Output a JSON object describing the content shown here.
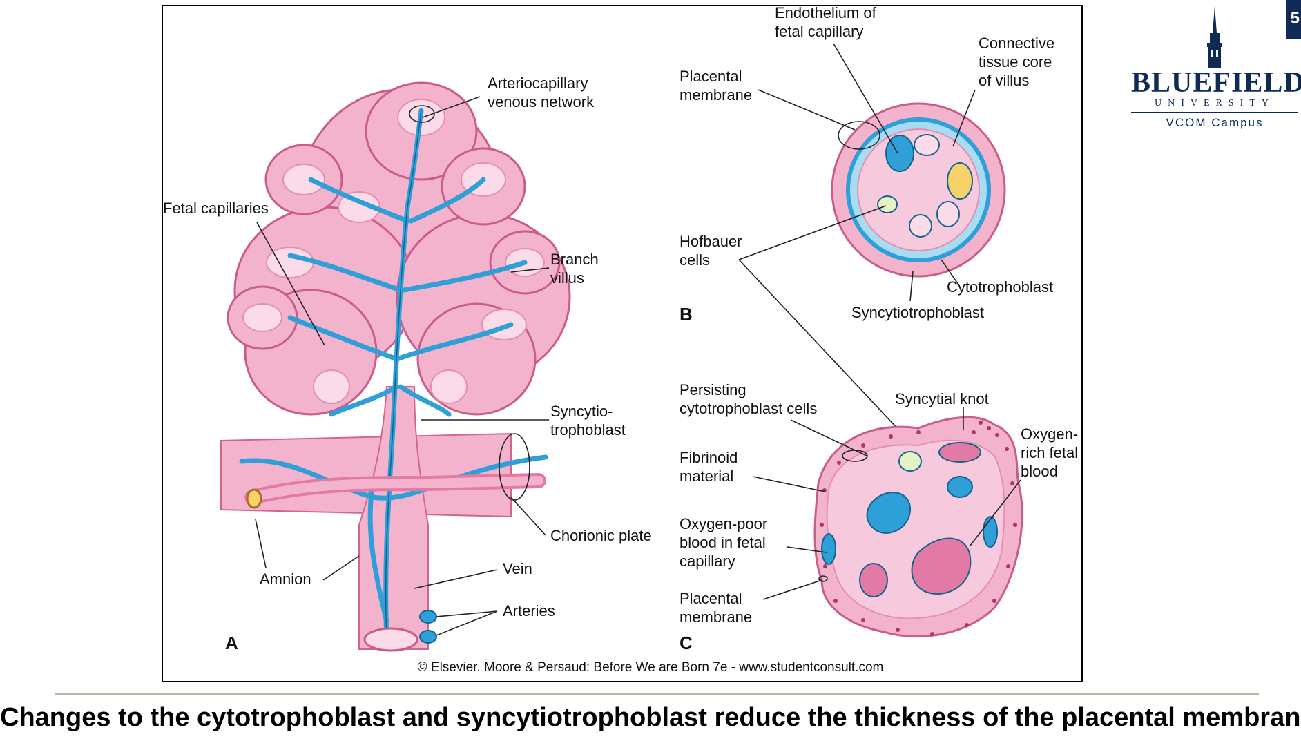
{
  "figure": {
    "labels": {
      "arteriocapillary": "Arteriocapillary\nvenous network",
      "fetal_capillaries": "Fetal capillaries",
      "branch_villus": "Branch\nvillus",
      "syncytio_a": "Syncytio-\ntrophoblast",
      "chorionic_plate": "Chorionic plate",
      "amnion": "Amnion",
      "vein": "Vein",
      "arteries": "Arteries",
      "endothelium": "Endothelium of\nfetal capillary",
      "placental_membrane_b": "Placental\nmembrane",
      "connective_tissue": "Connective\ntissue core\nof villus",
      "hofbauer": "Hofbauer\ncells",
      "cytotrophoblast": "Cytotrophoblast",
      "syncytio_b": "Syncytiotrophoblast",
      "persisting": "Persisting\ncytotrophoblast cells",
      "syncytial_knot": "Syncytial knot",
      "fibrinoid": "Fibrinoid\nmaterial",
      "oxygen_rich": "Oxygen-\nrich fetal\nblood",
      "oxygen_poor": "Oxygen-poor\nblood in fetal\ncapillary",
      "placental_membrane_c": "Placental\nmembrane"
    },
    "panels": {
      "a": "A",
      "b": "B",
      "c": "C"
    },
    "copyright": "© Elsevier. Moore & Persaud: Before We are Born 7e - www.studentconsult.com",
    "colors": {
      "tissue": "#f4b3cd",
      "tissue_dark": "#e27aa5",
      "vessel": "#2f9fd8",
      "vessel_dark": "#11648f",
      "core": "#f7c9dc"
    }
  },
  "caption": "Changes to the cytotrophoblast and syncytiotrophoblast reduce the thickness of the placental membrane.",
  "logo": {
    "name": "BLUEFIELD",
    "sub": "UNIVERSITY",
    "campus": "VCOM Campus"
  },
  "slide_number": "5"
}
